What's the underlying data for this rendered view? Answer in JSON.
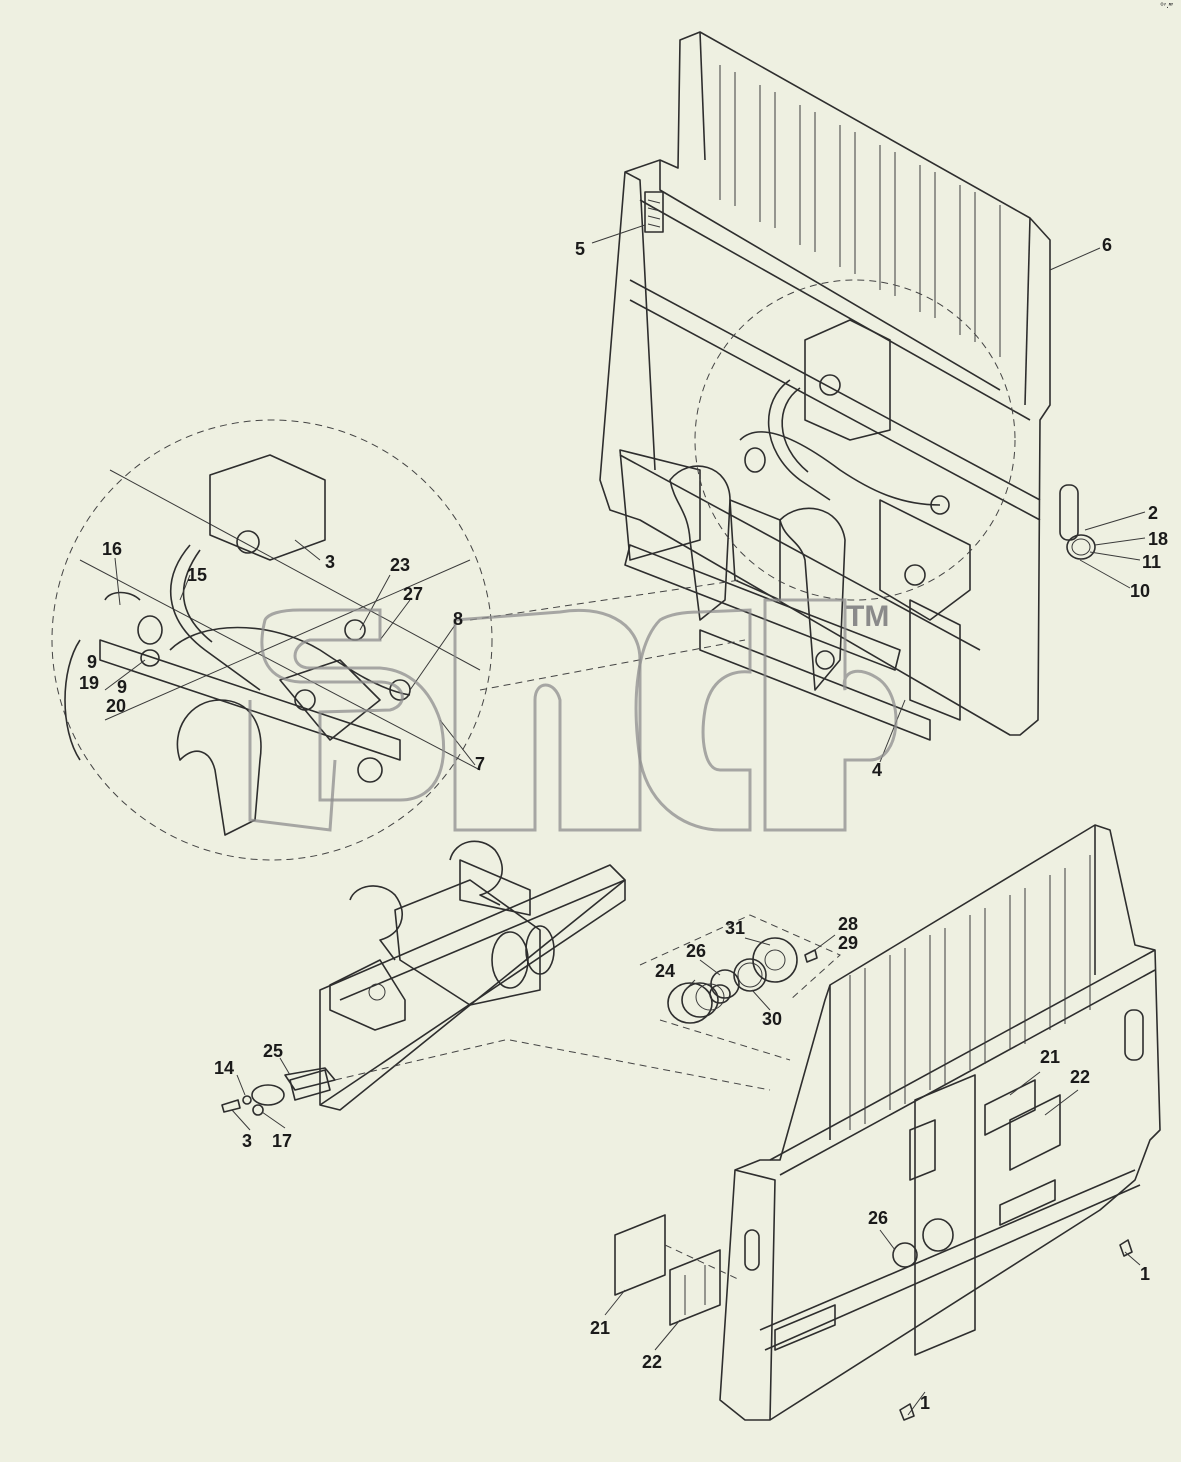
{
  "watermark": {
    "tm": "TM"
  },
  "corner_mark": "°′·‴",
  "callouts": {
    "c5": "5",
    "c6": "6",
    "c2": "2",
    "c18": "18",
    "c11": "11",
    "c10": "10",
    "c4": "4",
    "c16": "16",
    "c15": "15",
    "c3a": "3",
    "c23": "23",
    "c27": "27",
    "c8": "8",
    "c9a": "9",
    "c19": "19",
    "c9b": "9",
    "c20": "20",
    "c7": "7",
    "c28": "28",
    "c29": "29",
    "c31": "31",
    "c26a": "26",
    "c24": "24",
    "c30": "30",
    "c14": "14",
    "c25": "25",
    "c3b": "3",
    "c17": "17",
    "c21a": "21",
    "c22a": "22",
    "c26b": "26",
    "c1a": "1",
    "c21b": "21",
    "c22b": "22",
    "c1b": "1"
  }
}
